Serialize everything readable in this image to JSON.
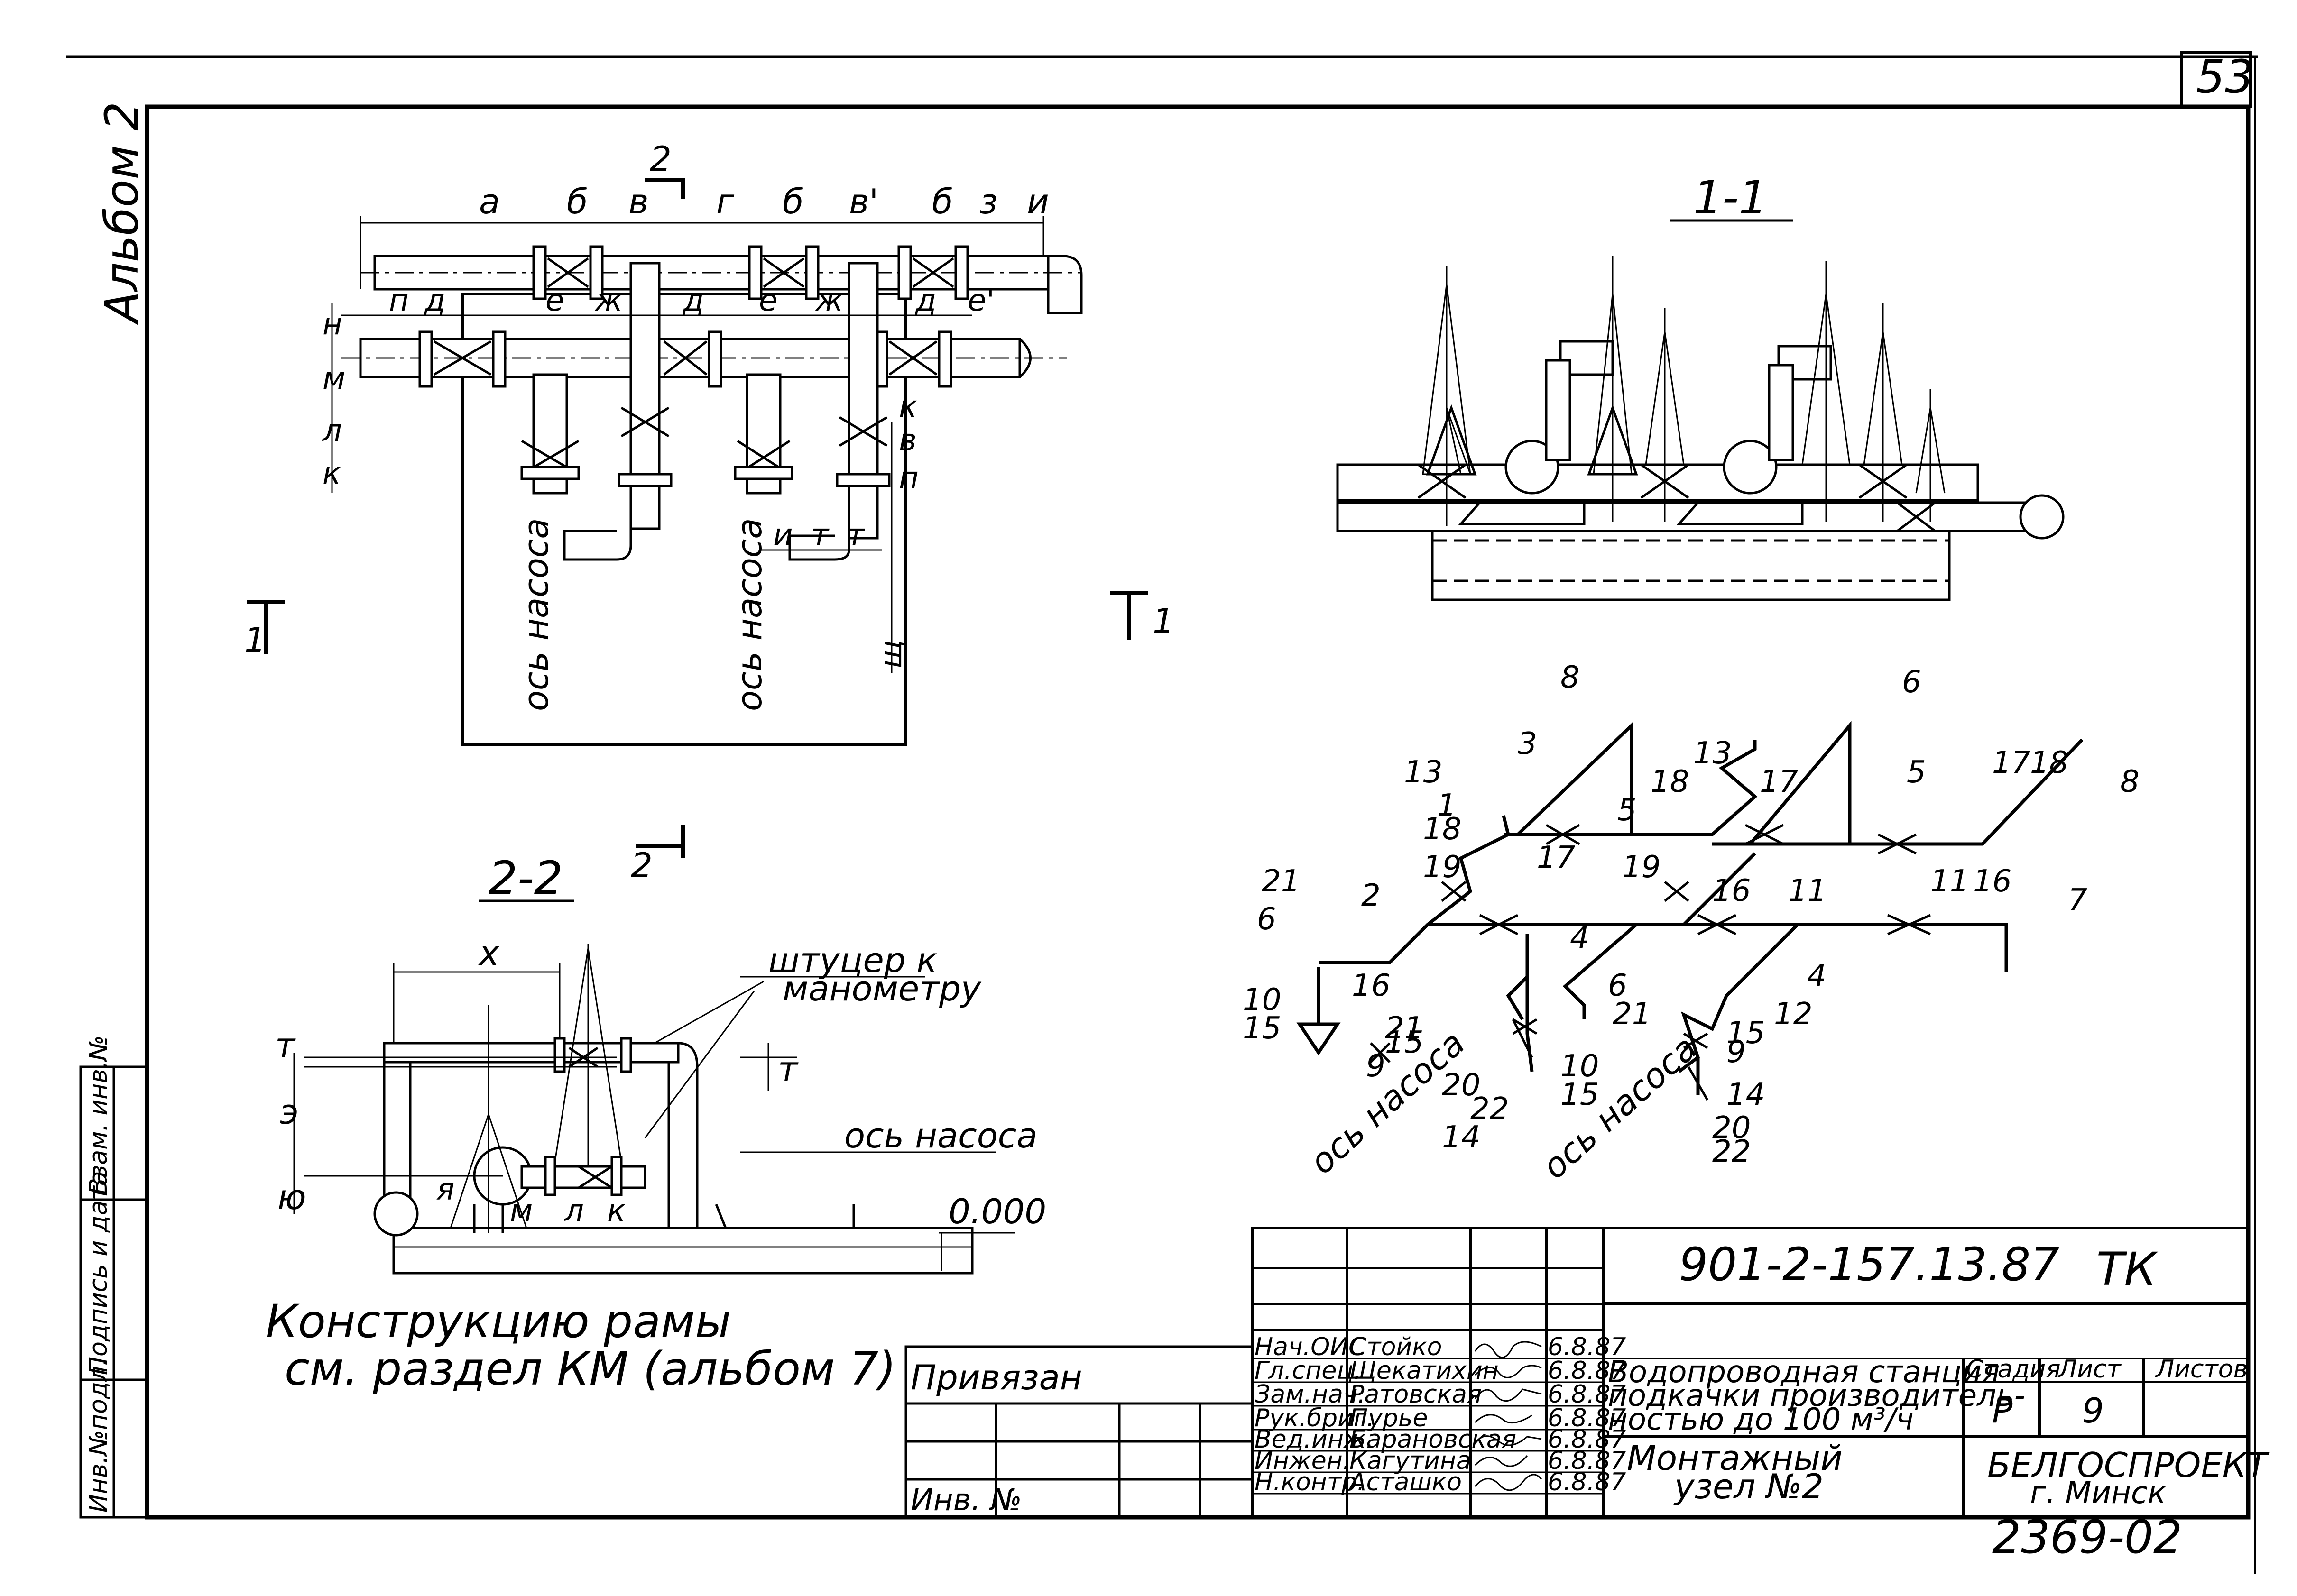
{
  "sheet": {
    "page_number": "53",
    "album": "Альбом 2",
    "bottom_number": "2369-02"
  },
  "plan": {
    "dims_top": [
      "а",
      "б",
      "в",
      "г",
      "б",
      "в'",
      "б",
      "з",
      "и"
    ],
    "dims_mid": [
      "п",
      "д",
      "е",
      "ж",
      "д",
      "е",
      "ж",
      "д",
      "е'"
    ],
    "dims_left": [
      "н",
      "м",
      "л",
      "к"
    ],
    "dims_right": [
      "к",
      "в",
      "п"
    ],
    "dims_bottom": [
      "и",
      "т",
      "т"
    ],
    "dim_right_vertical": "щ",
    "pump_axis_1": "ось насоса",
    "pump_axis_2": "ось насоса",
    "section_2_top": "2",
    "section_2_bottom": "2",
    "section_1_left": "1",
    "section_1_right": "1"
  },
  "section_1_1": {
    "title": "1-1"
  },
  "section_2_2": {
    "title": "2-2",
    "dim_x": "х",
    "dim_t_left": "т",
    "dim_t_right": "т",
    "dim_e": "э",
    "dim_yu": "ю",
    "dim_ya": "я",
    "dim_m": "м",
    "dim_l": "л",
    "dim_k": "к",
    "fitting_note_1": "штуцер к",
    "fitting_note_2": "манометру",
    "pump_axis": "ось насоса",
    "level": "0.000"
  },
  "frame_note": {
    "line1": "Конструкцию рамы",
    "line2": "см. раздел КМ (альбом 7)"
  },
  "axonometric": {
    "labels": [
      "8",
      "6",
      "3",
      "13",
      "1",
      "18",
      "5",
      "18",
      "13",
      "17",
      "5",
      "17",
      "18",
      "8",
      "19",
      "17",
      "19",
      "21",
      "2",
      "6",
      "16",
      "4",
      "16",
      "11",
      "11",
      "16",
      "7",
      "10",
      "15",
      "6",
      "4",
      "12",
      "21",
      "15",
      "10",
      "15",
      "9",
      "21",
      "9",
      "15",
      "20",
      "14",
      "22",
      "14",
      "20",
      "22"
    ],
    "pump_axis_1": "ось насоса",
    "pump_axis_2": "ось насоса"
  },
  "side_stamp": {
    "col1": "Инв.№подл.",
    "col2": "Подпись и дата",
    "col3": "Взам. инв.№"
  },
  "binding_table": {
    "title": "Привязан",
    "inv_label": "Инв. №"
  },
  "title_block": {
    "code": "901-2-157.13.87",
    "mark": "ТК",
    "roles": [
      "Нач.ОИС",
      "Гл.спец.",
      "Зам.нач.",
      "Рук.бриг.",
      "Вед.инж.",
      "Инжен.",
      "Н.контр."
    ],
    "names": [
      "Стойко",
      "Щекатихин",
      "Ратовская",
      "Пурье",
      "Барановская",
      "Кагутина",
      "Асташко"
    ],
    "dates": [
      "6.8.87",
      "6.8.87",
      "6.8.87",
      "6.8.87",
      "6.8.87",
      "6.8.87",
      "6.8.87"
    ],
    "project_line1": "Водопроводная станция",
    "project_line2": "подкачки производитель-",
    "project_line3": "ностью до 100 м³/ч",
    "sheet_title_line1": "Монтажный",
    "sheet_title_line2": "узел №2",
    "stage_header": "Стадия",
    "sheet_header": "Лист",
    "sheets_header": "Листов",
    "stage": "Р",
    "sheet": "9",
    "org_line1": "БЕЛГОСПРОЕКТ",
    "org_line2": "г. Минск"
  }
}
